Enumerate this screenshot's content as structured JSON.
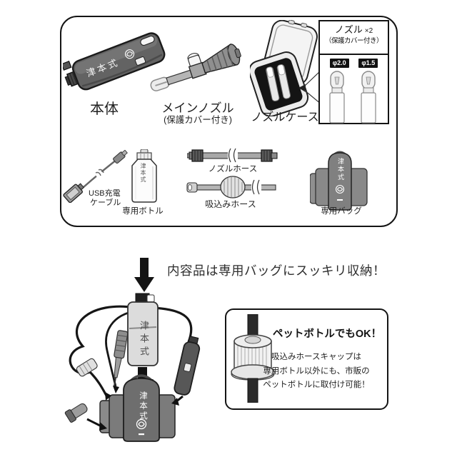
{
  "brand": {
    "name": "津本式"
  },
  "kit": {
    "main_unit_label": "本体",
    "main_nozzle_label": "メインノズル",
    "main_nozzle_sub": "(保護カバー付き)",
    "nozzle_case_label": "ノズルケース",
    "panel": {
      "title": "ノズル",
      "qty": "×2",
      "subtitle": "（保護カバー付き）",
      "sizes": [
        "φ2.0",
        "φ1.5"
      ]
    },
    "usb_label_line1": "USB充電",
    "usb_label_line2": "ケーブル",
    "bottle_label": "専用ボトル",
    "nozzle_hose_label": "ノズルホース",
    "suction_hose_label": "吸込みホース",
    "bag_label": "専用バッグ"
  },
  "caption": "内容品は専用バッグにスッキリ収納！",
  "pet_box": {
    "title": "ペットボトルでもOK！",
    "lines": [
      "吸込みホースキャップは",
      "専用ボトル以外にも、市販の",
      "ペットボトルに取付け可能！"
    ]
  },
  "colors": {
    "outline": "#141414",
    "device_gray": "#636363",
    "bag_gray": "#7b7b7b",
    "bottle_light": "#dcdcdc",
    "badge_black": "#111111",
    "hose_black": "#2b2b2b"
  }
}
